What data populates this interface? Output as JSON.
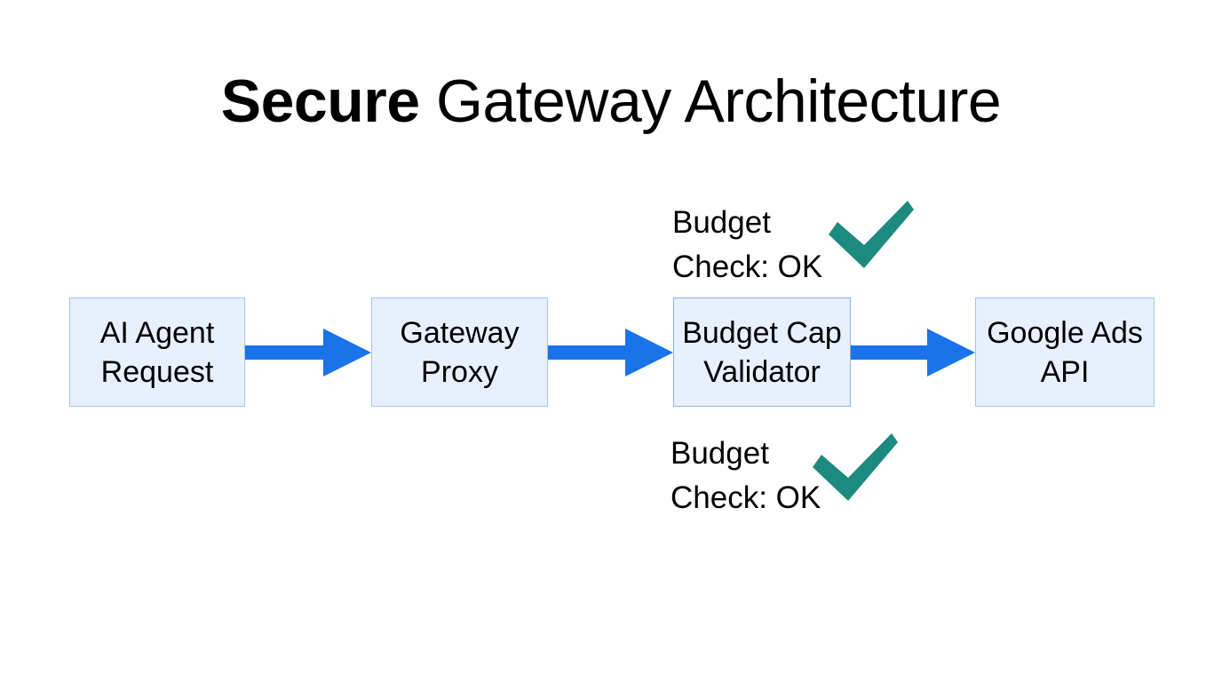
{
  "title": {
    "emphasis": "Secure",
    "rest": " Gateway Architecture",
    "full": "Secure Gateway Architecture"
  },
  "colors": {
    "node_fill": "#e8f0fe",
    "node_border": "#a7c4e8",
    "node_border_highlight": "#8db3e2",
    "arrow": "#1a73e8",
    "check": "#1d8a80",
    "text": "#000000",
    "background": "#ffffff"
  },
  "diagram": {
    "type": "flow",
    "nodes": [
      {
        "id": "agent",
        "label": "AI Agent\nRequest"
      },
      {
        "id": "gateway",
        "label": "Gateway\nProxy"
      },
      {
        "id": "validator",
        "label": "Budget Cap\nValidator"
      },
      {
        "id": "api",
        "label": "Google\nAds API"
      }
    ],
    "arrows": [
      {
        "id": "arrow-1",
        "from": "agent",
        "to": "gateway",
        "icon": "arrow-right-icon"
      },
      {
        "id": "arrow-2",
        "from": "gateway",
        "to": "validator",
        "icon": "arrow-right-icon"
      },
      {
        "id": "arrow-3",
        "from": "validator",
        "to": "api",
        "icon": "arrow-right-icon"
      }
    ],
    "annotations": [
      {
        "id": "annotation-top",
        "label": "Budget\nCheck: OK",
        "icon": "check-mark-icon",
        "attached_to": "validator",
        "position": "above"
      },
      {
        "id": "annotation-bottom",
        "label": "Budget\nCheck: OK",
        "icon": "check-mark-icon",
        "attached_to": "validator",
        "position": "below"
      }
    ]
  }
}
